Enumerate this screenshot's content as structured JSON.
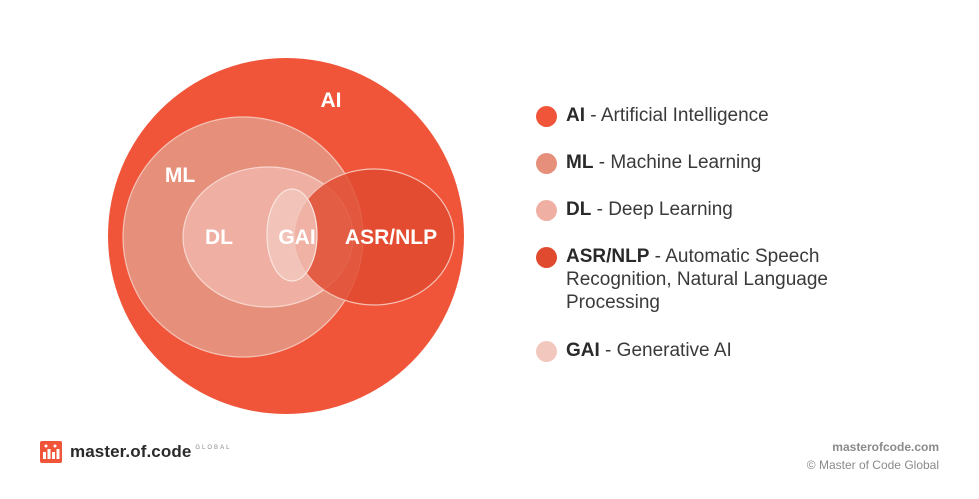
{
  "colors": {
    "ai": "#f0553a",
    "ml": "#e6907c",
    "dl": "#efb0a3",
    "asr": "#e04b2f",
    "gai": "#f2c8be"
  },
  "diagram": {
    "labels": {
      "ai": "AI",
      "ml": "ML",
      "dl": "DL",
      "gai": "GAI",
      "asr": "ASR/NLP"
    }
  },
  "legend": [
    {
      "abbr": "AI",
      "desc": " - Artificial Intelligence",
      "color": "#f0553a"
    },
    {
      "abbr": "ML",
      "desc": " - Machine Learning",
      "color": "#e6907c"
    },
    {
      "abbr": "DL",
      "desc": " - Deep Learning",
      "color": "#efb0a3"
    },
    {
      "abbr": "ASR/NLP",
      "desc": " - Automatic Speech Recognition, Natural Language Processing",
      "color": "#e04b2f"
    },
    {
      "abbr": "GAI",
      "desc": " - Generative AI",
      "color": "#f2c8be"
    }
  ],
  "branding": {
    "logo_text": "master.of.code",
    "logo_sub": "GLOBAL",
    "site_url": "masterofcode.com",
    "copyright": "© Master of Code Global"
  }
}
